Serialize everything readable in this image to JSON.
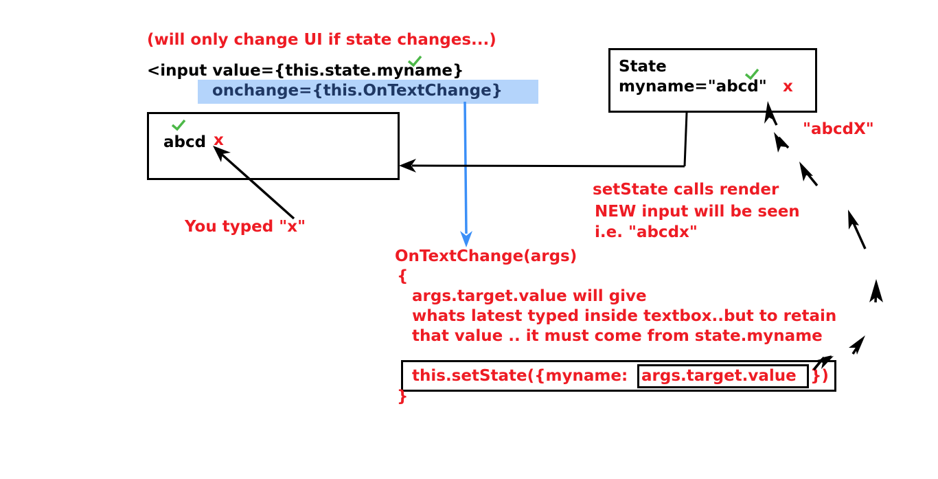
{
  "header_note": "(will only change UI if state changes...)",
  "jsx": {
    "line1": "<input value={this.state.myname}",
    "line2": "onchange={this.OnTextChange}"
  },
  "input_box": {
    "value": "abcd",
    "typed_char": "x",
    "annotation": "You typed \"x\""
  },
  "state_box": {
    "title": "State",
    "value": "myname=\"abcd\"",
    "x_mark": "x",
    "new_value": "\"abcdX\""
  },
  "set_state_note": {
    "line1": "setState calls render",
    "line2": "NEW input will be seen",
    "line3": "i.e. \"abcdx\""
  },
  "handler": {
    "signature": "OnTextChange(args)",
    "open_brace": "{",
    "comment1": "args.target.value will give",
    "comment2": "whats latest typed inside textbox..but to retain",
    "comment3": "that value .. it must come from state.myname",
    "set_state_prefix": "this.setState({myname:",
    "set_state_arg": "args.target.value",
    "set_state_suffix": "})",
    "close_brace": "}"
  },
  "colors": {
    "annotation": "#ee1c24",
    "code": "#000000",
    "highlight": "#b4d4fb",
    "flow_arrow": "#3b8ff7",
    "check": "#4cb848"
  },
  "icons": [
    "check-icon",
    "check-icon",
    "check-icon"
  ]
}
